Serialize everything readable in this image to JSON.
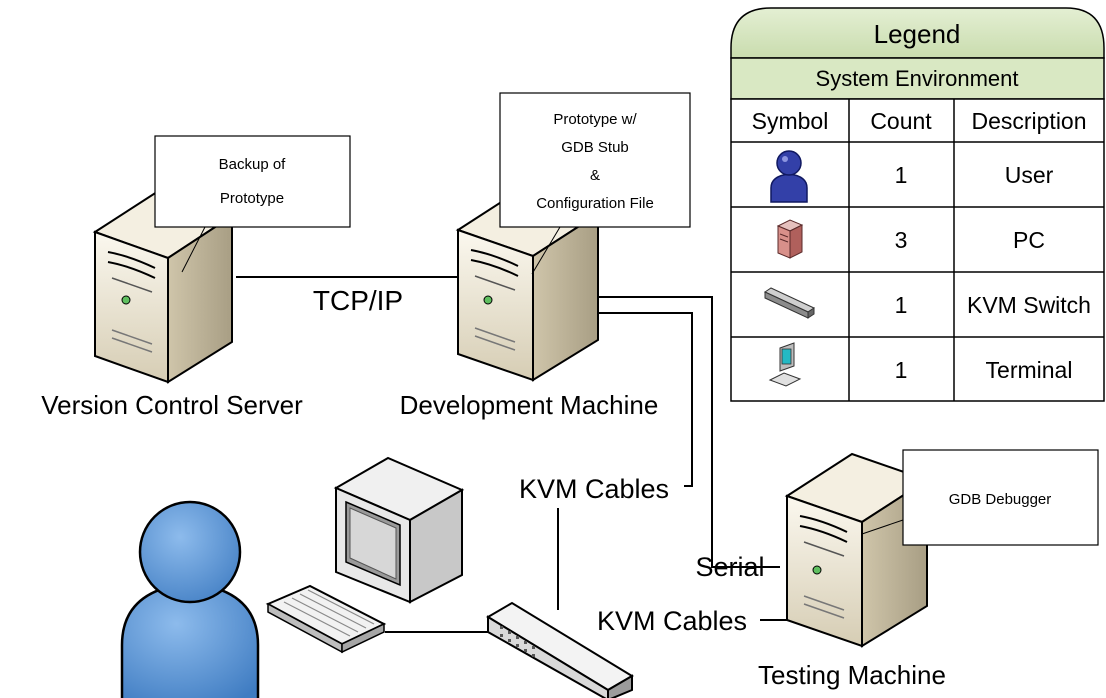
{
  "diagram": {
    "nodes": {
      "version_control_server": {
        "label": "Version Control Server",
        "callout": [
          "Backup of",
          "Prototype"
        ]
      },
      "development_machine": {
        "label": "Development Machine",
        "callout": [
          "Prototype w/",
          "GDB Stub",
          "&",
          "Configuration File"
        ]
      },
      "testing_machine": {
        "label": "Testing Machine",
        "callout": [
          "GDB Debugger"
        ]
      }
    },
    "edges": {
      "tcp": "TCP/IP",
      "kvm_upper": "KVM Cables",
      "kvm_lower": "KVM Cables",
      "serial": "Serial"
    }
  },
  "legend": {
    "title": "Legend",
    "subtitle": "System Environment",
    "headers": [
      "Symbol",
      "Count",
      "Description"
    ],
    "rows": [
      {
        "icon": "user-icon",
        "count": "1",
        "description": "User"
      },
      {
        "icon": "pc-icon",
        "count": "3",
        "description": "PC"
      },
      {
        "icon": "kvm-switch-icon",
        "count": "1",
        "description": "KVM Switch"
      },
      {
        "icon": "terminal-icon",
        "count": "1",
        "description": "Terminal"
      }
    ]
  },
  "colors": {
    "legend_header": "#d9e8c3",
    "user_blue": "#4f8ed2",
    "server_beige": "#e8dfc8"
  }
}
